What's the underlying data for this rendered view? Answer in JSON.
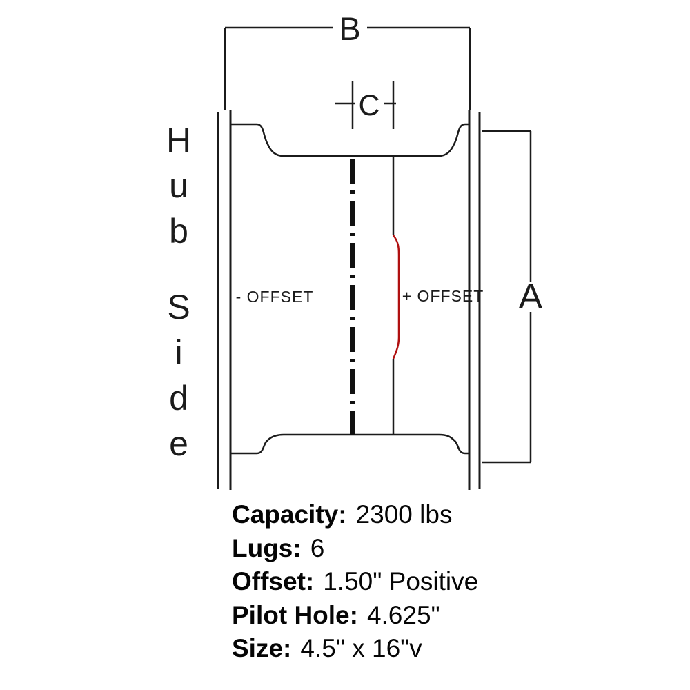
{
  "diagram": {
    "hub_side_label": "Hub Side",
    "dimension_b_label": "B",
    "dimension_c_label": "C",
    "dimension_a_label": "A",
    "negative_offset_label": "- OFFSET",
    "positive_offset_label": "+ OFFSET",
    "line_color": "#1b1b1b",
    "accent_red": "#b01010"
  },
  "specs": [
    {
      "label": "Capacity:",
      "value": "2300 lbs"
    },
    {
      "label": "Lugs:",
      "value": "6"
    },
    {
      "label": "Offset:",
      "value": "1.50\" Positive"
    },
    {
      "label": "Pilot Hole:",
      "value": "4.625\""
    },
    {
      "label": "Size:",
      "value": "4.5\" x 16\"v"
    }
  ]
}
